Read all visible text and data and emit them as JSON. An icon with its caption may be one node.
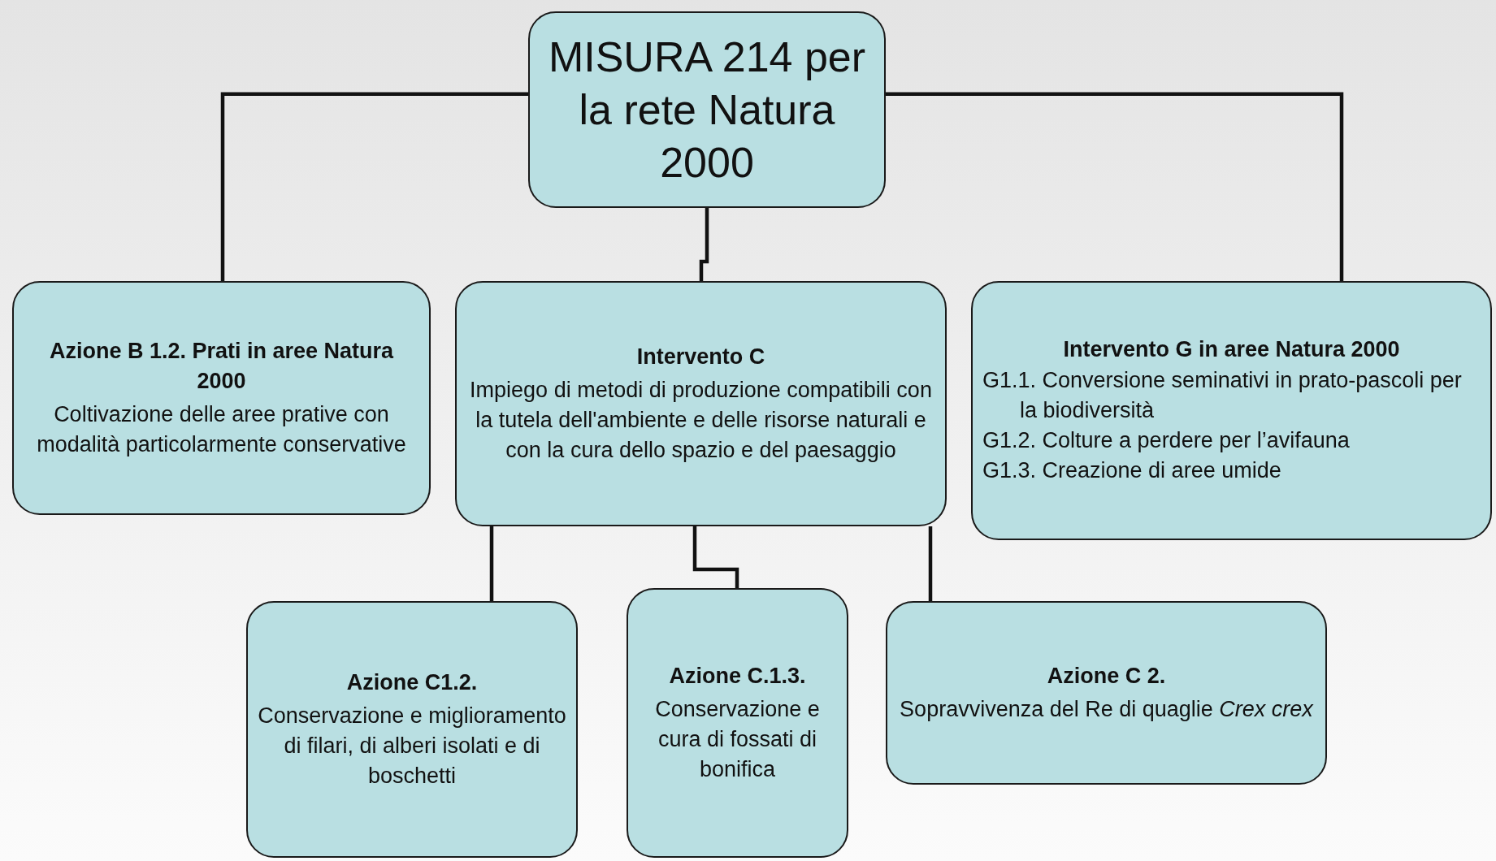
{
  "diagram": {
    "nodes": [
      {
        "text": [
          "MISURA 214 per la rete Natura 2000"
        ]
      },
      {
        "text": [
          "Azione B 1.2. Prati in aree Natura 2000",
          "Coltivazione delle aree prative con modalità particolarmente conservative"
        ]
      },
      {
        "text": [
          "Intervento C",
          "Impiego di metodi di produzione compatibili con la tutela dell'ambiente e delle risorse naturali e con la cura dello spazio e del paesaggio"
        ]
      },
      {
        "text": [
          "Intervento G in aree Natura 2000",
          "G1.1. Conversione seminativi in prato-pascoli per la biodiversità",
          "G1.2. Colture a perdere per l’avifauna",
          "G1.3. Creazione di aree umide"
        ]
      },
      {
        "text": [
          "Azione C1.2.",
          "Conservazione e miglioramento di filari, di alberi isolati e di boschetti"
        ]
      },
      {
        "text": [
          "Azione C.1.3.",
          "Conservazione e cura di fossati di bonifica"
        ]
      },
      {
        "text": [
          "Azione C 2.",
          "Sopravvivenza del Re di quaglie *Crex crex*"
        ]
      }
    ],
    "edges": [
      {
        "from": 0,
        "to": 1,
        "arrow": "none"
      },
      {
        "from": 0,
        "to": 2,
        "arrow": "none"
      },
      {
        "from": 0,
        "to": 3,
        "arrow": "none"
      },
      {
        "from": 2,
        "to": 4,
        "arrow": "none"
      },
      {
        "from": 2,
        "to": 5,
        "arrow": "none"
      },
      {
        "from": 2,
        "to": 6,
        "arrow": "none"
      }
    ]
  }
}
